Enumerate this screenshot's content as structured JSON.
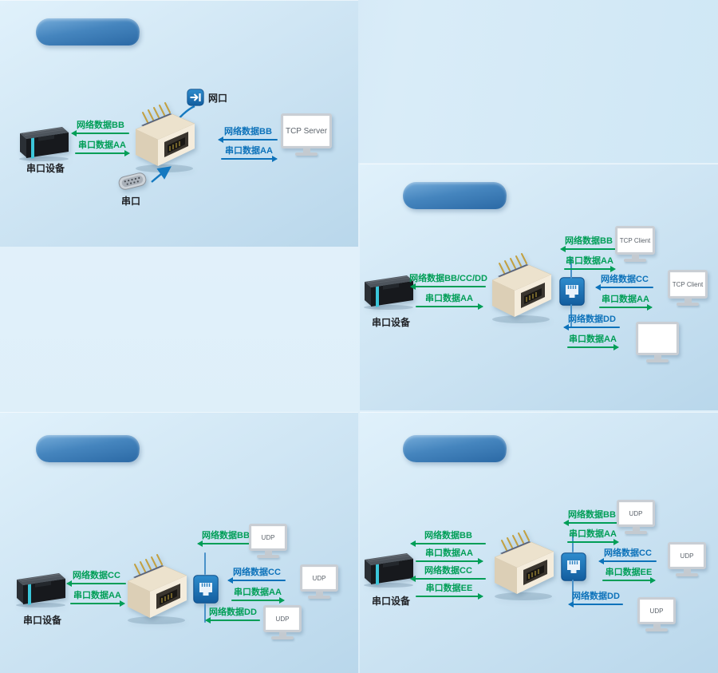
{
  "colors": {
    "serial_data_green": "#019e57",
    "network_data_blue": "#0d72ba",
    "banner_blue": "#3a7ab8",
    "background_blue": "#cde4f3"
  },
  "panels": [
    {
      "device_label": "串口设备",
      "port_labels": {
        "lan": "网口",
        "serial": "串口"
      },
      "serial_links": [
        {
          "label": "网络数据BB"
        },
        {
          "label": "串口数据AA"
        }
      ],
      "network_links": [
        {
          "label": "网络数据BB"
        },
        {
          "label": "串口数据AA"
        }
      ],
      "endpoints": [
        {
          "label": "TCP Server"
        }
      ]
    },
    {
      "device_label": "串口设备",
      "serial_links": [
        {
          "label": "网络数据BB/CC/DD"
        },
        {
          "label": "串口数据AA"
        }
      ],
      "branches": [
        {
          "links": [
            {
              "label": "网络数据BB"
            },
            {
              "label": "串口数据AA"
            }
          ],
          "endpoint": {
            "label": "TCP Client"
          }
        },
        {
          "links": [
            {
              "label": "网络数据CC"
            },
            {
              "label": "串口数据AA"
            }
          ],
          "endpoint": {
            "label": "TCP Client"
          }
        },
        {
          "links": [
            {
              "label": "网络数据DD"
            },
            {
              "label": "串口数据AA"
            }
          ],
          "endpoint": {
            "label": ""
          }
        }
      ]
    },
    {
      "device_label": "串口设备",
      "serial_links": [
        {
          "label": "网络数据CC"
        },
        {
          "label": "串口数据AA"
        }
      ],
      "branches": [
        {
          "links": [
            {
              "label": "网络数据BB"
            }
          ],
          "endpoint": {
            "label": "UDP"
          }
        },
        {
          "links": [
            {
              "label": "网络数据CC"
            },
            {
              "label": "串口数据AA"
            }
          ],
          "endpoint": {
            "label": "UDP"
          }
        },
        {
          "links": [
            {
              "label": "网络数据DD"
            }
          ],
          "endpoint": {
            "label": "UDP"
          }
        }
      ]
    },
    {
      "device_label": "串口设备",
      "serial_links": [
        {
          "label": "网络数据BB"
        },
        {
          "label": "串口数据AA"
        },
        {
          "label": "网络数据CC"
        },
        {
          "label": "串口数据EE"
        }
      ],
      "branches": [
        {
          "links": [
            {
              "label": "网络数据BB"
            },
            {
              "label": "串口数据AA"
            }
          ],
          "endpoint": {
            "label": "UDP"
          }
        },
        {
          "links": [
            {
              "label": "网络数据CC"
            },
            {
              "label": "串口数据EE"
            }
          ],
          "endpoint": {
            "label": "UDP"
          }
        },
        {
          "links": [
            {
              "label": "网络数据DD"
            }
          ],
          "endpoint": {
            "label": "UDP"
          }
        }
      ]
    }
  ]
}
